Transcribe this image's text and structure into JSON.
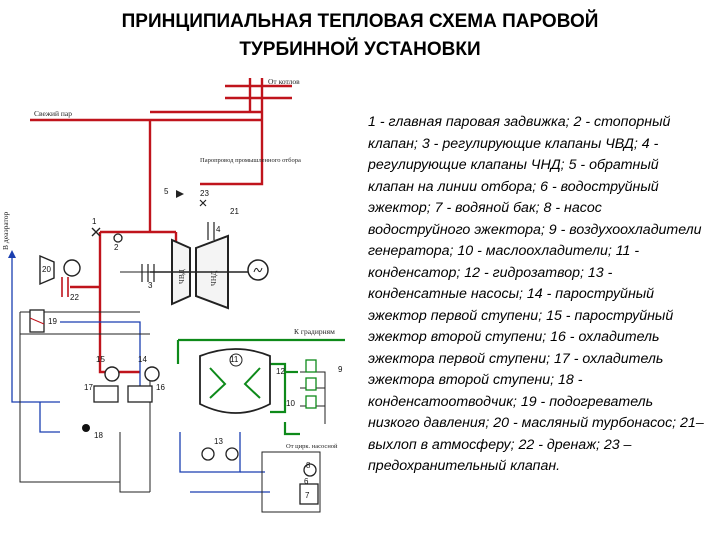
{
  "title": {
    "line1": "ПРИНЦИПИАЛЬНАЯ ТЕПЛОВАЯ СХЕМА ПАРОВОЙ",
    "line2": "ТУРБИННОЙ УСТАНОВКИ"
  },
  "legend_text": "1 - главная паровая задвижка; 2 - стопорный клапан; 3 - регулирующие клапаны ЧВД; 4 - регулирующие клапаны ЧНД; 5 - обратный клапан на линии отбора; 6 - водоструйный эжектор; 7 - водяной бак; 8 - насос водоструйного эжектора; 9 - воздухоохладители генератора; 10 - маслоохладители; 11 - конденсатор; 12 - гидрозатвор; 13 - конденсатные насосы; 14 - пароструйный эжектор первой ступени; 15 - пароструйный эжектор второй ступени; 16 - охладитель эжектора первой ступени; 17 - охладитель эжектора второй ступени; 18 - конденсатоотводчик; 19 - подогреватель низкого давления; 20 - масляный турбонасос; 21– выхлоп в атмосферу; 22 - дренаж; 23 –предохранительный клапан.",
  "diagram": {
    "labels": {
      "from_boilers": "От котлов",
      "fresh_steam": "Свежий пар",
      "industrial_line": "Паропровод промышленного отбора",
      "to_deaerator": "В деаэратор",
      "to_cooling_towers": "К градирням",
      "from_circ_pumps": "От цирк. насосной",
      "hp_part": "ЧВД",
      "lp_part": "ЧНД"
    },
    "numbers": [
      "1",
      "2",
      "3",
      "4",
      "5",
      "6",
      "7",
      "8",
      "9",
      "10",
      "11",
      "12",
      "13",
      "14",
      "15",
      "16",
      "17",
      "18",
      "19",
      "20",
      "21",
      "22",
      "23"
    ],
    "colors": {
      "steam": "#c0141c",
      "condensate": "#1a3fb0",
      "cooling_water": "#0e8a1a",
      "equipment": "#222222"
    }
  }
}
